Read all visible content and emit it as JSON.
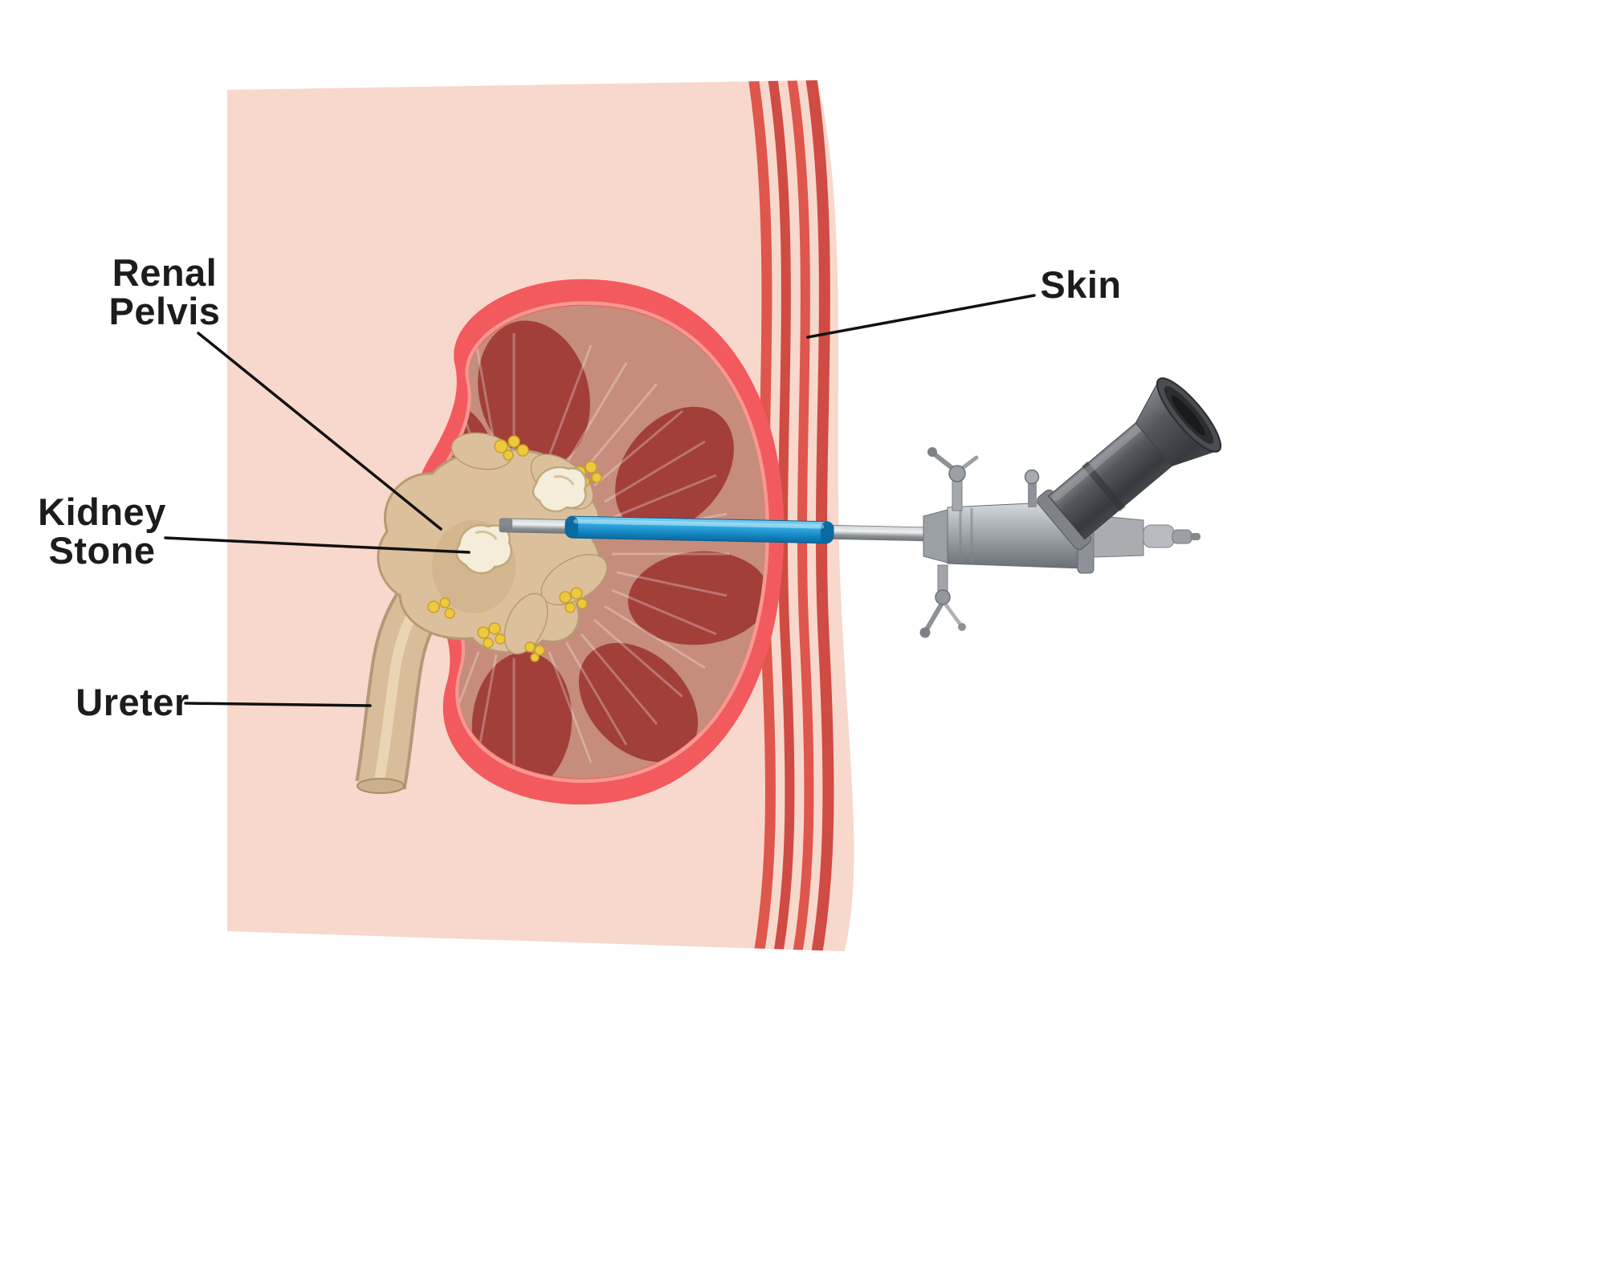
{
  "figure": {
    "labels": {
      "renal_pelvis_line1": "Renal",
      "renal_pelvis_line2": "Pelvis",
      "kidney_stone_line1": "Kidney",
      "kidney_stone_line2": "Stone",
      "ureter": "Ureter",
      "skin": "Skin"
    },
    "colors": {
      "background": "#ffffff",
      "tissue": "#f8d8cc",
      "skin_layer": "#de564c",
      "skin_layer_dark": "#cf4b43",
      "kidney_outer": "#f25a5e",
      "kidney_cortex": "#c68c7c",
      "renal_pyramid": "#a23f39",
      "renal_pelvis": "#dcc09c",
      "pelvis_outline": "#b79a74",
      "kidney_stone_fill": "#f4edda",
      "kidney_stone_outline": "#c0a87c",
      "fat": "#ecc93d",
      "fat_outline": "#c79f2b",
      "ureter_fill": "#d8bd9a",
      "ureter_outline": "#b59878",
      "scope_blue": "#1e9cd7",
      "scope_metal": "#9aa0a6",
      "label_text": "#1c1c1c",
      "leader_line": "#111111"
    }
  }
}
